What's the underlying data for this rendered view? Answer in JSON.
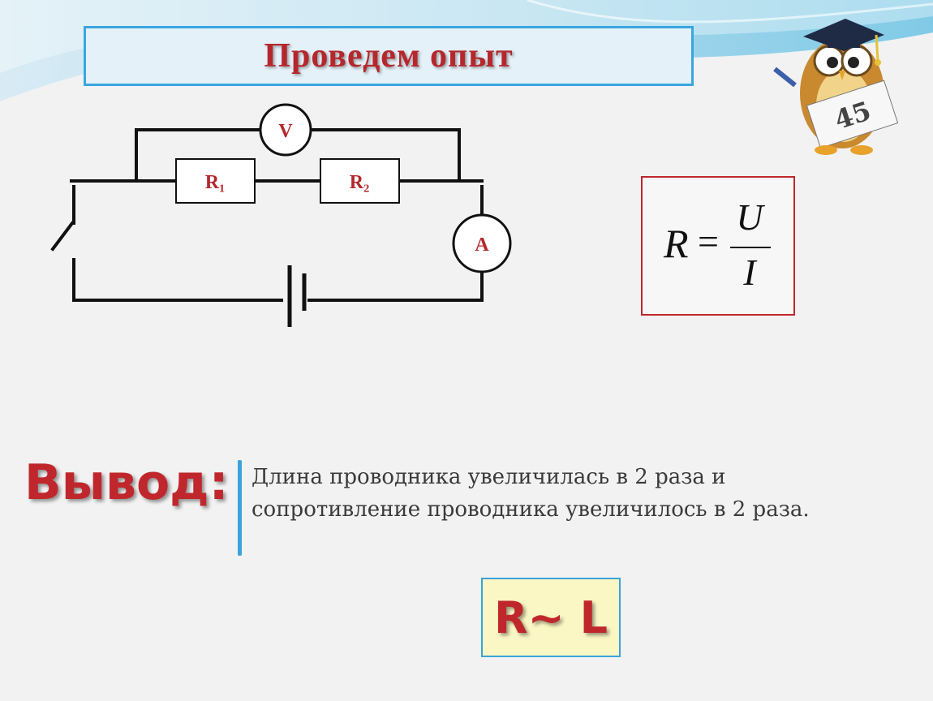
{
  "slide": {
    "title": "Проведем опыт"
  },
  "circuit": {
    "voltmeter_label": "V",
    "ammeter_label": "A",
    "resistor1_label": "R₁",
    "resistor2_label": "R₂"
  },
  "formula": {
    "lhs": "R",
    "equals": "=",
    "numerator": "U",
    "denominator": "I"
  },
  "badge": {
    "number": "45"
  },
  "conclusion": {
    "label": "Вывод:",
    "line1": "Длина проводника увеличилась в 2 раза и",
    "line2": "сопротивление проводника увеличилось в 2 раза."
  },
  "result": {
    "text": "R~ L"
  },
  "colors": {
    "title_red": "#b5272c",
    "accent_blue": "#39a6e0",
    "result_bg": "#fbf7c4"
  }
}
